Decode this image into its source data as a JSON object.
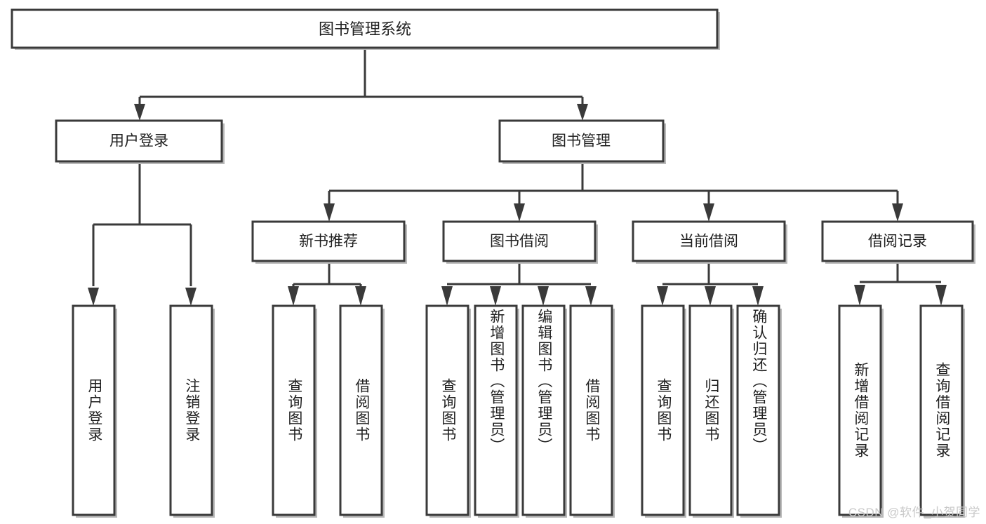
{
  "diagram": {
    "type": "tree-hierarchy",
    "title": "图书管理系统",
    "root": {
      "label": "图书管理系统"
    },
    "level2": [
      {
        "id": "user-login",
        "label": "用户登录"
      },
      {
        "id": "book-management",
        "label": "图书管理"
      }
    ],
    "level3": [
      {
        "id": "new-book-recommend",
        "label": "新书推荐",
        "parent": "book-management"
      },
      {
        "id": "book-borrow",
        "label": "图书借阅",
        "parent": "book-management"
      },
      {
        "id": "current-borrow",
        "label": "当前借阅",
        "parent": "book-management"
      },
      {
        "id": "borrow-record",
        "label": "借阅记录",
        "parent": "book-management"
      }
    ],
    "leaves": [
      {
        "id": "leaf-user-login",
        "label": "用户登录",
        "parent": "user-login"
      },
      {
        "id": "leaf-logout-login",
        "label": "注销登录",
        "parent": "user-login"
      },
      {
        "id": "leaf-query-book-1",
        "label": "查询图书",
        "parent": "new-book-recommend"
      },
      {
        "id": "leaf-borrow-book-1",
        "label": "借阅图书",
        "parent": "new-book-recommend"
      },
      {
        "id": "leaf-query-book-2",
        "label": "查询图书",
        "parent": "book-borrow"
      },
      {
        "id": "leaf-add-book",
        "label": "新增图书（管理员）",
        "parent": "book-borrow"
      },
      {
        "id": "leaf-edit-book",
        "label": "编辑图书（管理员）",
        "parent": "book-borrow"
      },
      {
        "id": "leaf-borrow-book-2",
        "label": "借阅图书",
        "parent": "book-borrow"
      },
      {
        "id": "leaf-query-book-3",
        "label": "查询图书",
        "parent": "current-borrow"
      },
      {
        "id": "leaf-return-book",
        "label": "归还图书",
        "parent": "current-borrow"
      },
      {
        "id": "leaf-confirm-return",
        "label": "确认归还（管理员）",
        "parent": "current-borrow"
      },
      {
        "id": "leaf-add-record",
        "label": "新增借阅记录",
        "parent": "borrow-record"
      },
      {
        "id": "leaf-query-record",
        "label": "查询借阅记录",
        "parent": "borrow-record"
      }
    ],
    "colors": {
      "stroke": "#3a3a3a",
      "fill": "#ffffff",
      "text": "#1f1f1f",
      "background": "#ffffff",
      "watermark": "#c9c9c9"
    }
  },
  "watermark": {
    "text": "CSDN @软件_小贺同学"
  }
}
